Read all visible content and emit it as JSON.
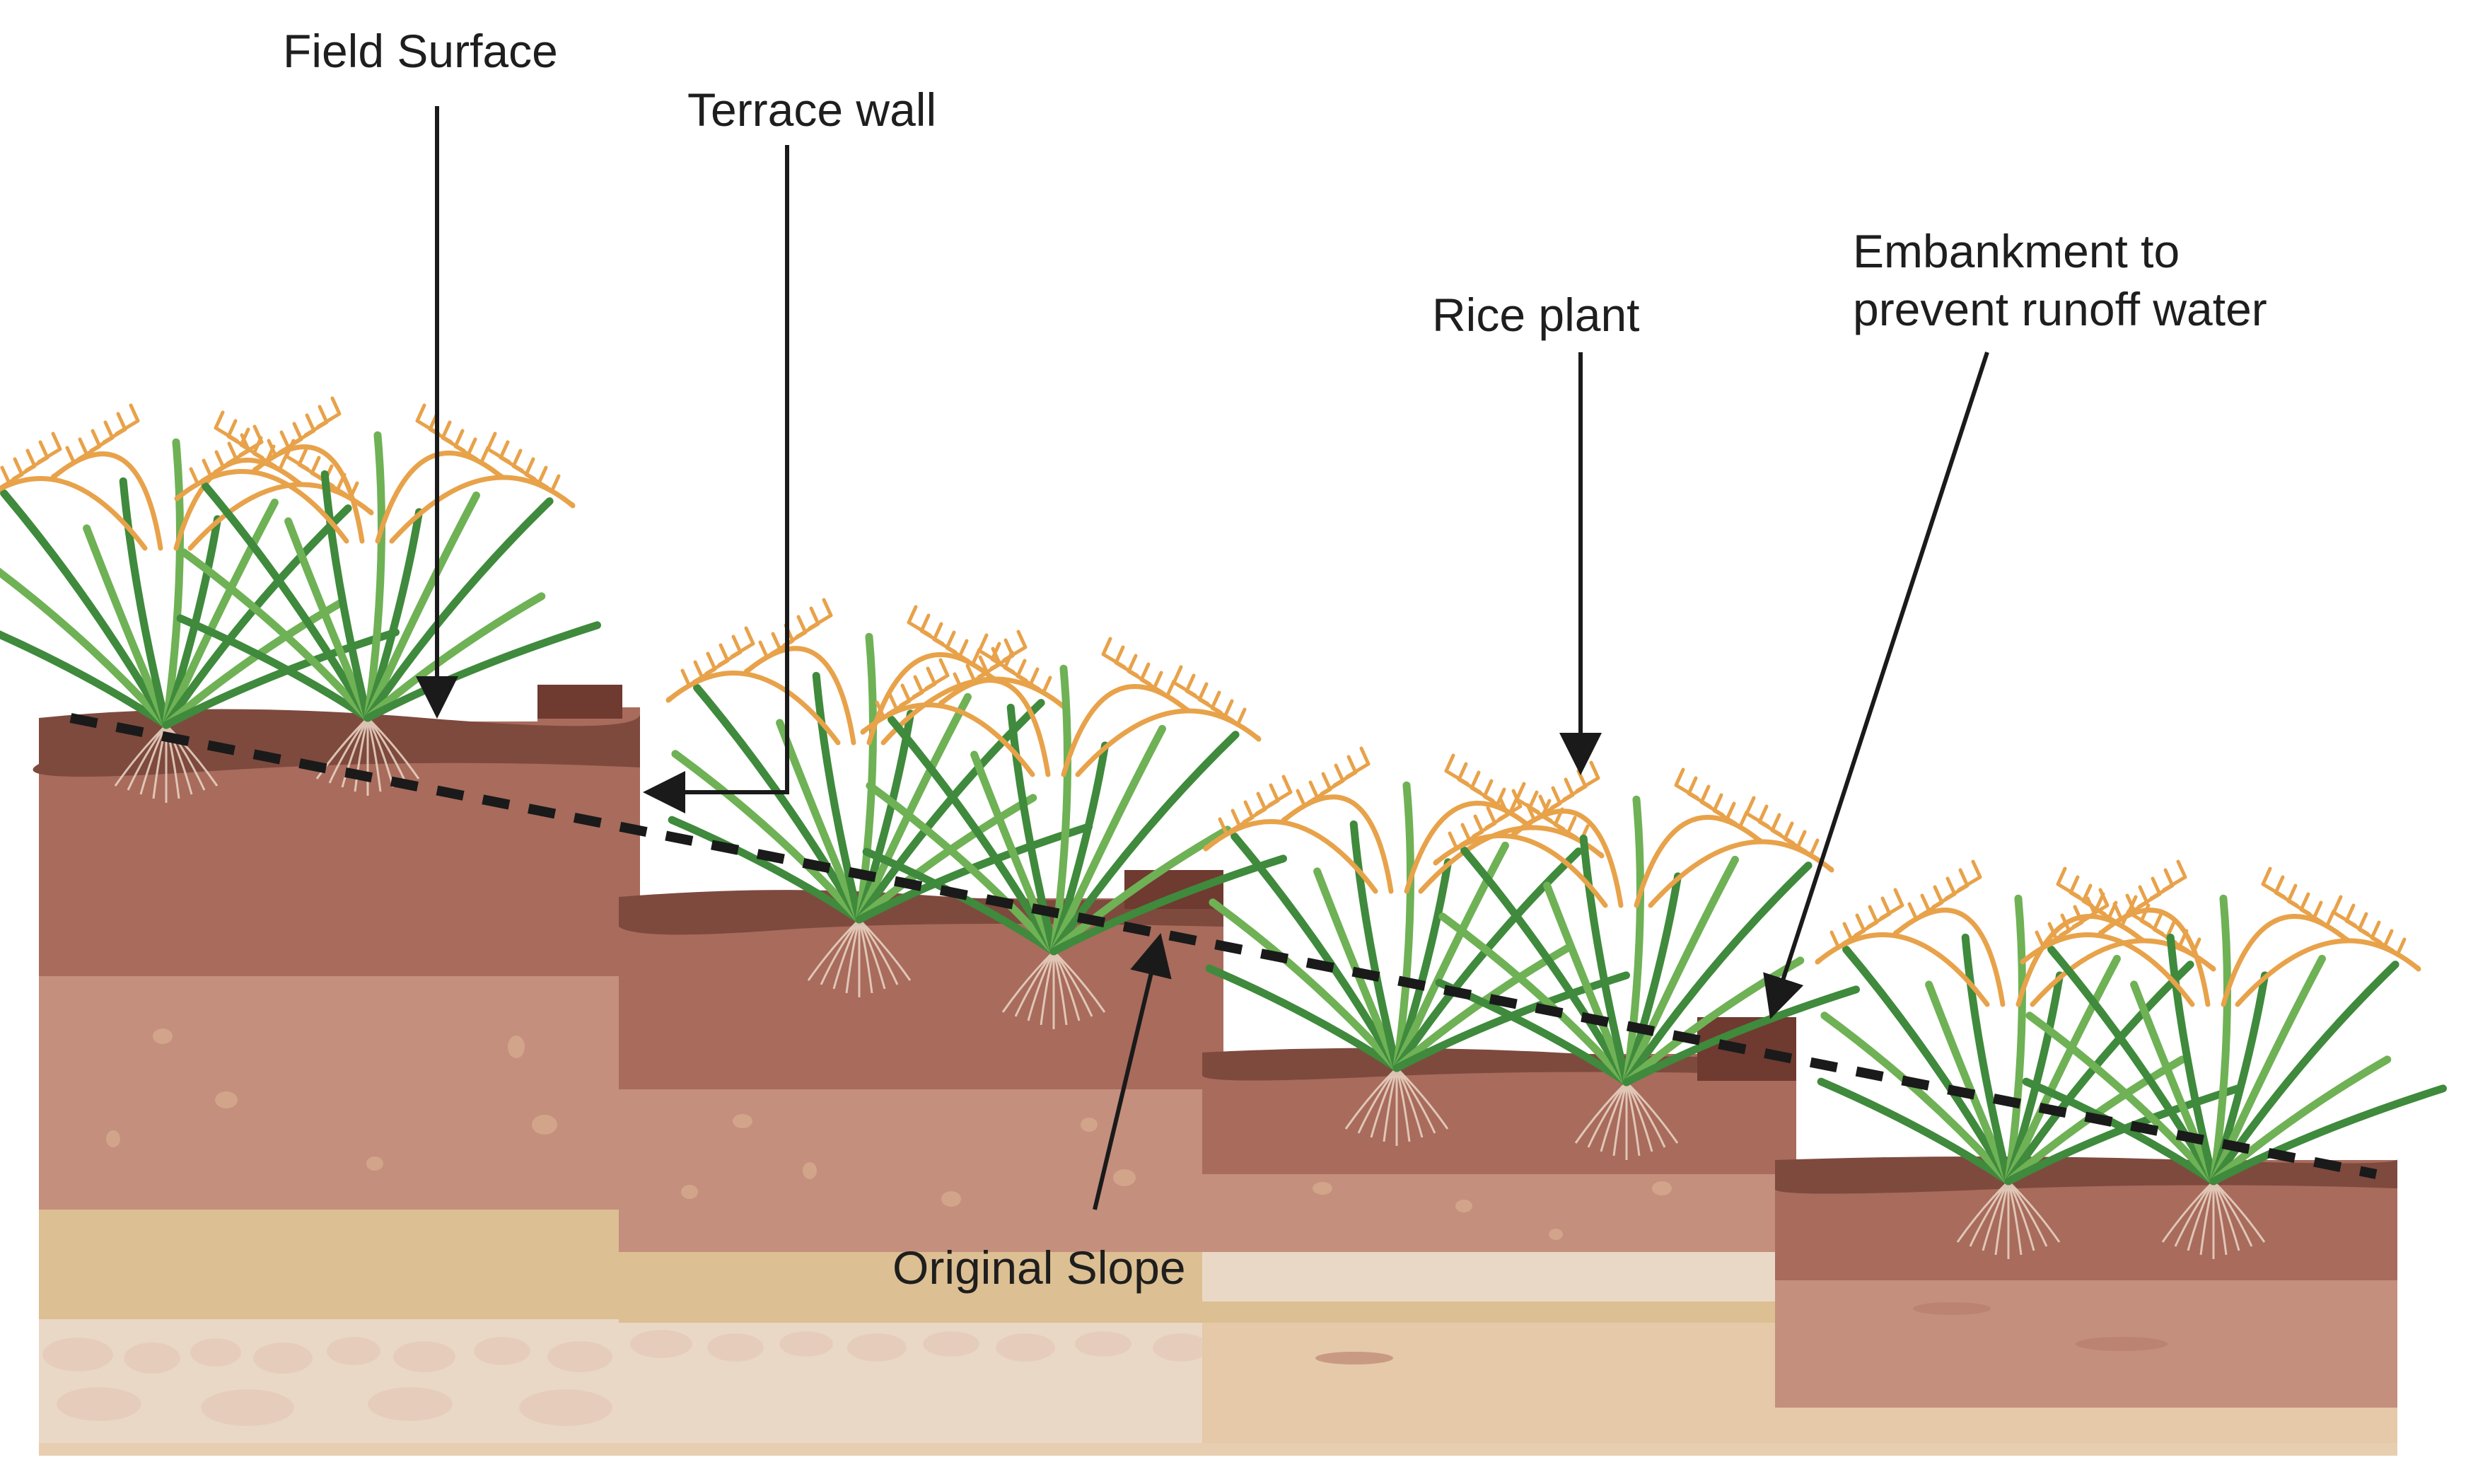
{
  "labels": {
    "field_surface": "Field Surface",
    "terrace_wall": "Terrace wall",
    "rice_plant": "Rice plant",
    "embankment_line1": "Embankment to",
    "embankment_line2": "prevent runoff water",
    "original_slope": "Original Slope"
  },
  "icons": {
    "rice_plant": "rice-plant-icon",
    "root": "root-icon",
    "embankment": "embankment-block-icon"
  },
  "colors": {
    "topsoil_dark": "#7e4a3e",
    "topsoil": "#a86b5c",
    "subsoil": "#c48f7d",
    "sand": "#dcbf92",
    "gravel": "#ead8c6",
    "bedrock": "#e5c9a8",
    "embankment": "#6f3a30",
    "leaf": "#3f8a3c",
    "leaf_light": "#6fb155",
    "grain": "#e8a24a",
    "root": "#e7d0c0",
    "slope_line": "#1a1a1a",
    "label_text": "#1e1e1e"
  }
}
